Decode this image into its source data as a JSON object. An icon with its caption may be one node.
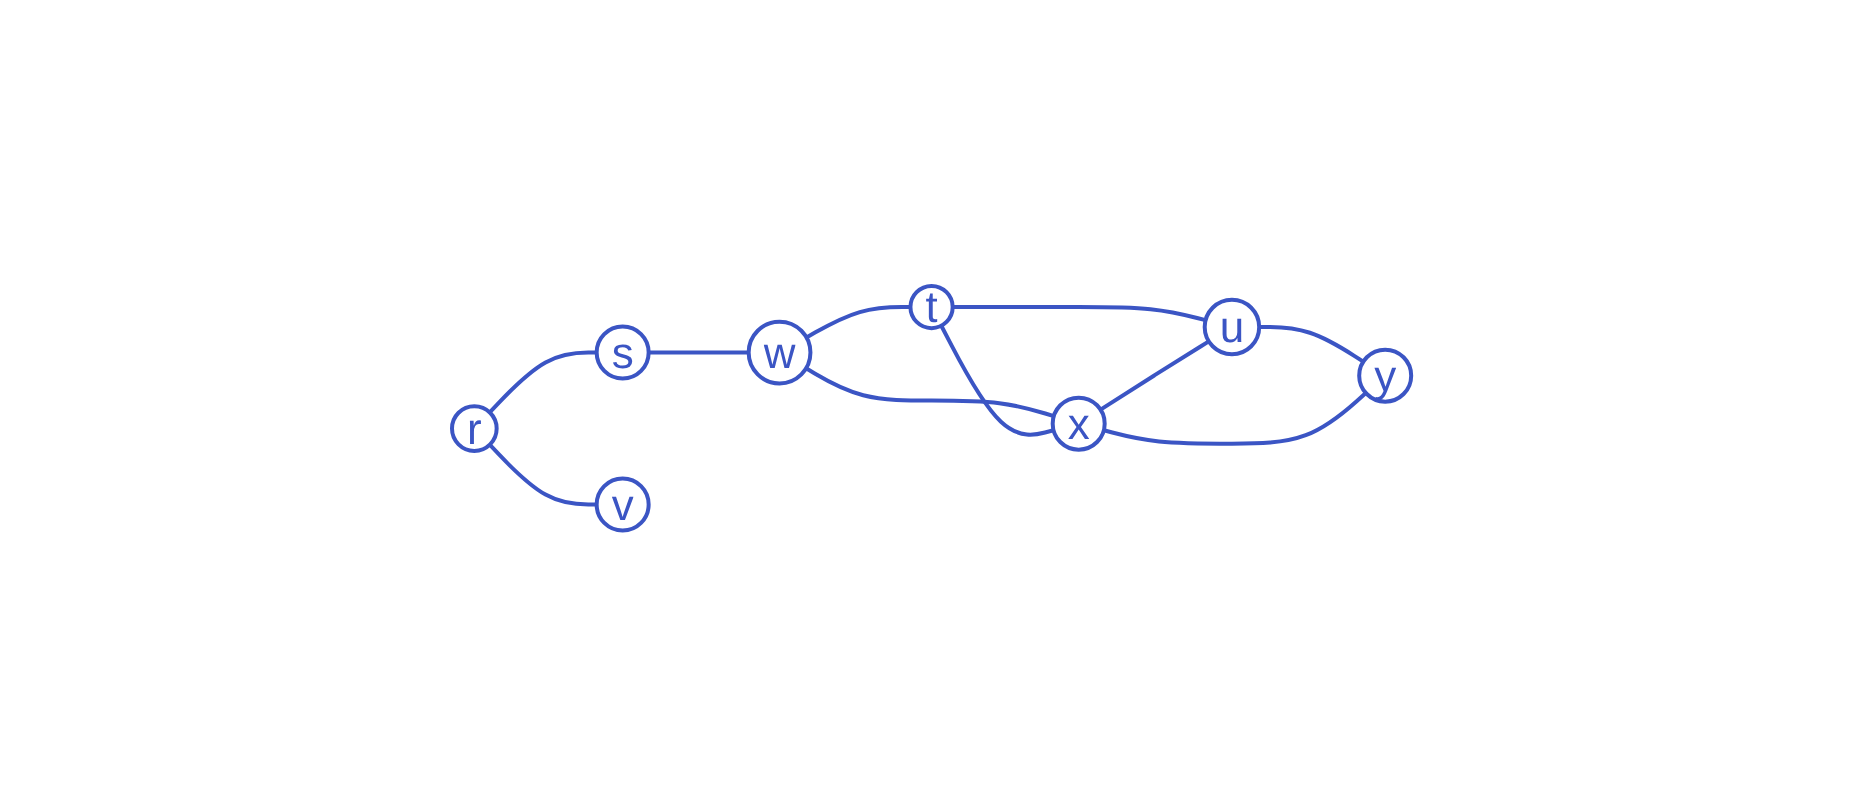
{
  "diagram": {
    "nodes": [
      {
        "text": [
          "r"
        ]
      },
      {
        "text": [
          "s"
        ]
      },
      {
        "text": [
          "t"
        ]
      },
      {
        "text": [
          "u"
        ]
      },
      {
        "text": [
          "v"
        ]
      },
      {
        "text": [
          "w"
        ]
      },
      {
        "text": [
          "x"
        ]
      },
      {
        "text": [
          "y"
        ]
      }
    ],
    "edges": [
      {
        "from": 0,
        "to": 1,
        "arrow": "none"
      },
      {
        "from": 0,
        "to": 4,
        "arrow": "none"
      },
      {
        "from": 1,
        "to": 5,
        "arrow": "none"
      },
      {
        "from": 5,
        "to": 2,
        "arrow": "none"
      },
      {
        "from": 5,
        "to": 6,
        "arrow": "none"
      },
      {
        "from": 2,
        "to": 6,
        "arrow": "none"
      },
      {
        "from": 2,
        "to": 3,
        "arrow": "none"
      },
      {
        "from": 6,
        "to": 3,
        "arrow": "none"
      },
      {
        "from": 3,
        "to": 7,
        "arrow": "none"
      },
      {
        "from": 6,
        "to": 7,
        "arrow": "none"
      }
    ]
  }
}
